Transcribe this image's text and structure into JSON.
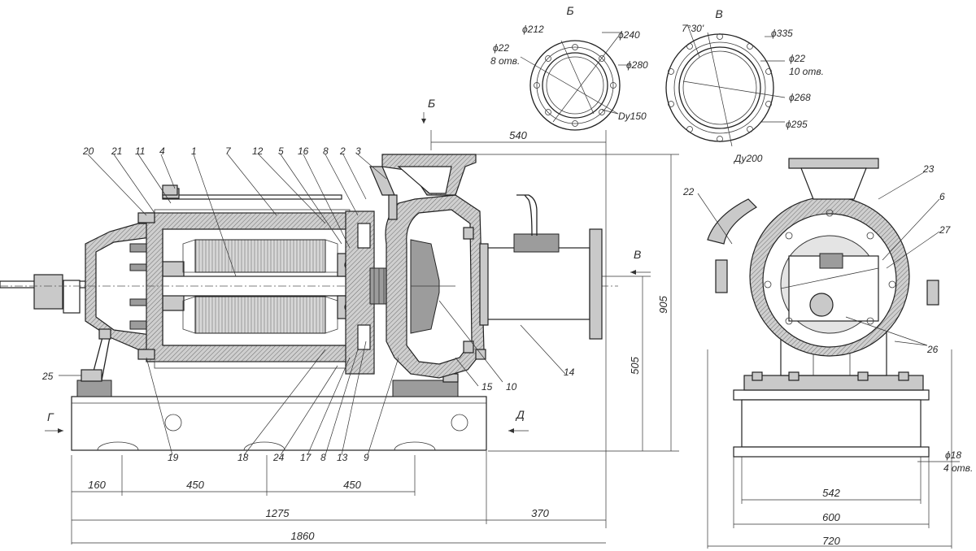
{
  "views": {
    "section_b": {
      "title": "Б",
      "labels": [
        "ϕ212",
        "ϕ22",
        "8 отв.",
        "ϕ240",
        "ϕ280",
        "Dу150"
      ]
    },
    "section_v": {
      "title": "В",
      "labels": [
        "7°30'",
        "ϕ335",
        "ϕ22",
        "10 отв.",
        "ϕ268",
        "ϕ295",
        "Дy200"
      ]
    }
  },
  "arrows": {
    "b": "Б",
    "v": "В",
    "g": "Г",
    "d": "Д"
  },
  "part_numbers_top": [
    "20",
    "21",
    "11",
    "4",
    "1",
    "7",
    "12",
    "5",
    "16",
    "8",
    "2",
    "3"
  ],
  "part_numbers_bottom": [
    "19",
    "18",
    "24",
    "17",
    "8",
    "13",
    "9",
    "15",
    "10",
    "14"
  ],
  "part_numbers_side": [
    "25",
    "22",
    "23",
    "6",
    "27",
    "26"
  ],
  "dimensions": {
    "d540": "540",
    "d905": "905",
    "d505": "505",
    "d160": "160",
    "d450a": "450",
    "d450b": "450",
    "d1275": "1275",
    "d370": "370",
    "d1860": "1860",
    "d542": "542",
    "d600": "600",
    "d720": "720",
    "hole_d": "ϕ18",
    "hole_n": "4 отв."
  }
}
